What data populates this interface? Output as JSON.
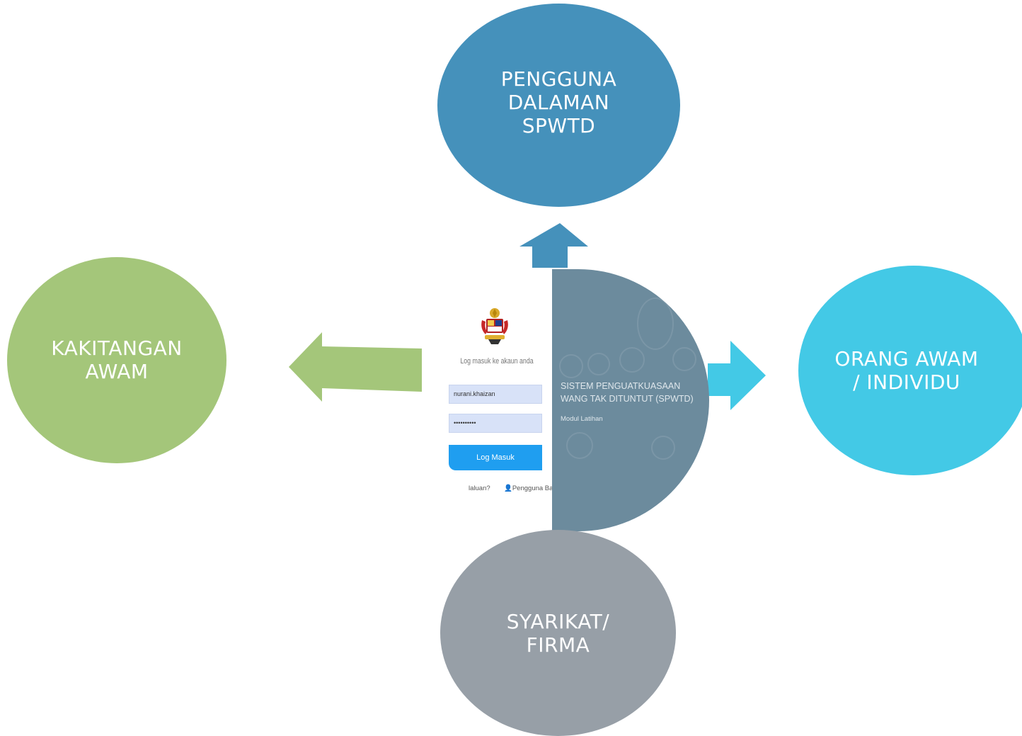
{
  "diagram": {
    "nodes": {
      "top": {
        "label": "PENGGUNA\nDALAMAN\nSPWTD"
      },
      "left": {
        "label": "KAKITANGAN\nAWAM"
      },
      "right": {
        "label": "ORANG AWAM\n/ INDIVIDU"
      },
      "bottom": {
        "label": "SYARIKAT/\nFIRMA"
      }
    },
    "colors": {
      "top": "#4591bb",
      "left": "#a4c67a",
      "right": "#43c9e6",
      "bottom": "#979fa7"
    }
  },
  "login_screenshot": {
    "prompt": "Log masuk ke akaun anda",
    "username_value": "nurani.khaizan",
    "password_value": "••••••••••",
    "login_button": "Log Masuk",
    "forgot_link": "laluan?",
    "new_user_link": "Pengguna Baru",
    "system_title": "SISTEM PENGUATKUASAAN WANG TAK DITUNTUT (SPWTD)",
    "system_subtitle": "Modul Latihan",
    "icons": [
      "crest-icon",
      "user-icon"
    ]
  }
}
